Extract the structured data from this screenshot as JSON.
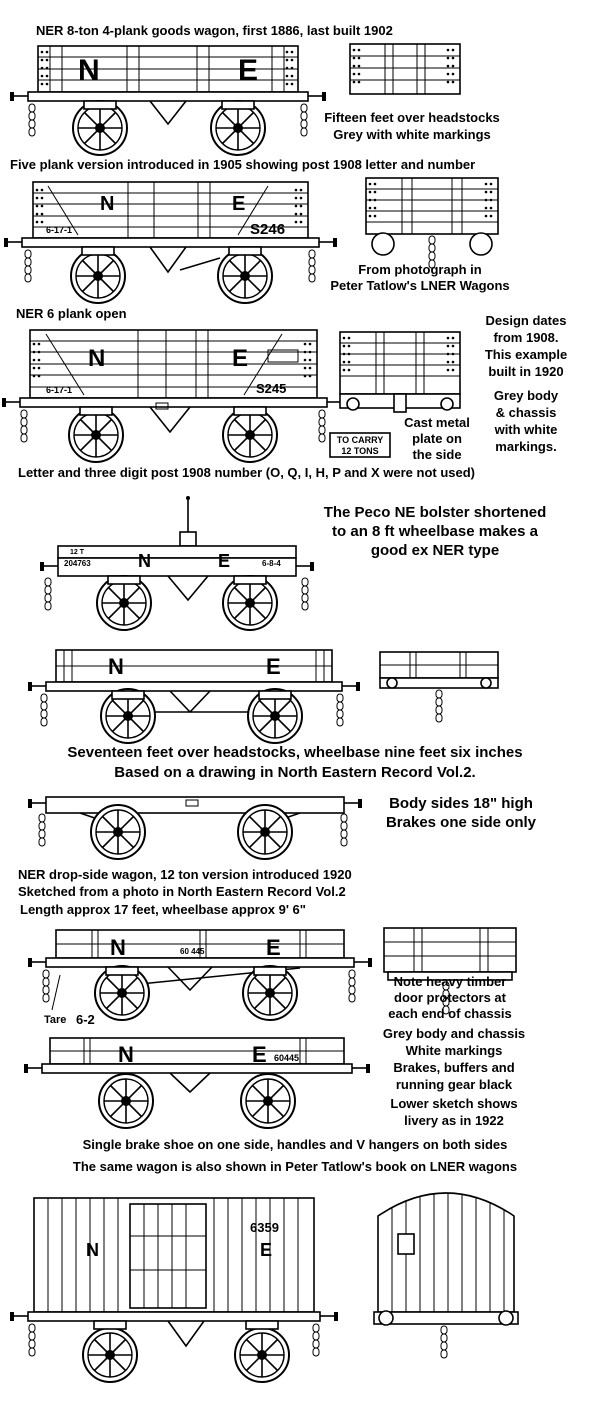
{
  "captions": {
    "c1": "NER 8-ton 4-plank goods wagon, first 1886, last built 1902",
    "c2": "Fifteen feet over headstocks",
    "c3": "Grey with white markings",
    "c4": "Five plank version introduced in 1905 showing post 1908 letter and number",
    "c5": "From photograph in",
    "c6": "Peter Tatlow's LNER Wagons",
    "c7": "NER 6 plank open",
    "c8": "Design dates",
    "c9": "from 1908.",
    "c10": "This example",
    "c11": "built in 1920",
    "c12": "Grey body",
    "c13": "& chassis",
    "c14": "with white",
    "c15": "markings.",
    "c16": "Cast metal",
    "c17": "plate on",
    "c18": "the side",
    "c19": "Letter and three digit post 1908 number (O, Q, I, H, P and X were not used)",
    "c20": "The Peco NE bolster shortened",
    "c21": "to an 8 ft wheelbase makes a",
    "c22": "good ex NER type",
    "c23": "Seventeen feet over headstocks, wheelbase nine feet six inches",
    "c24": "Based on a drawing in North Eastern Record Vol.2.",
    "c25": "Body sides 18\" high",
    "c26": "Brakes one side only",
    "c27": "NER drop-side wagon, 12 ton version introduced 1920",
    "c28": "Sketched from a photo in North Eastern Record Vol.2",
    "c29": "Length approx 17 feet, wheelbase approx 9' 6\"",
    "c30": "Note heavy timber",
    "c31": "door protectors at",
    "c32": "each end of chassis",
    "c33": "Grey body and chassis",
    "c34": "White markings",
    "c35": "Brakes, buffers and",
    "c36": "running gear black",
    "c37": "Lower sketch shows",
    "c38": "livery as in 1922",
    "c39": "Single brake shoe on one side, handles and  V hangers on both sides",
    "c40": "The same wagon is also shown in Peter Tatlow's book on LNER wagons"
  },
  "markings": {
    "n": "N",
    "e": "E",
    "s246": "S246",
    "s245": "S245",
    "tare_617a": "6-17-1",
    "tare_617b": "6-17-1",
    "plate1": "TO CARRY",
    "plate2": "12 TONS",
    "b12t": "12 T",
    "bnum": "204763",
    "btare": "6-8-4",
    "tare_ds": "Tare",
    "tare_ds_val": "6-2",
    "ds_num1": "60 445",
    "ds_num2": "60445",
    "van_num": "6359"
  }
}
